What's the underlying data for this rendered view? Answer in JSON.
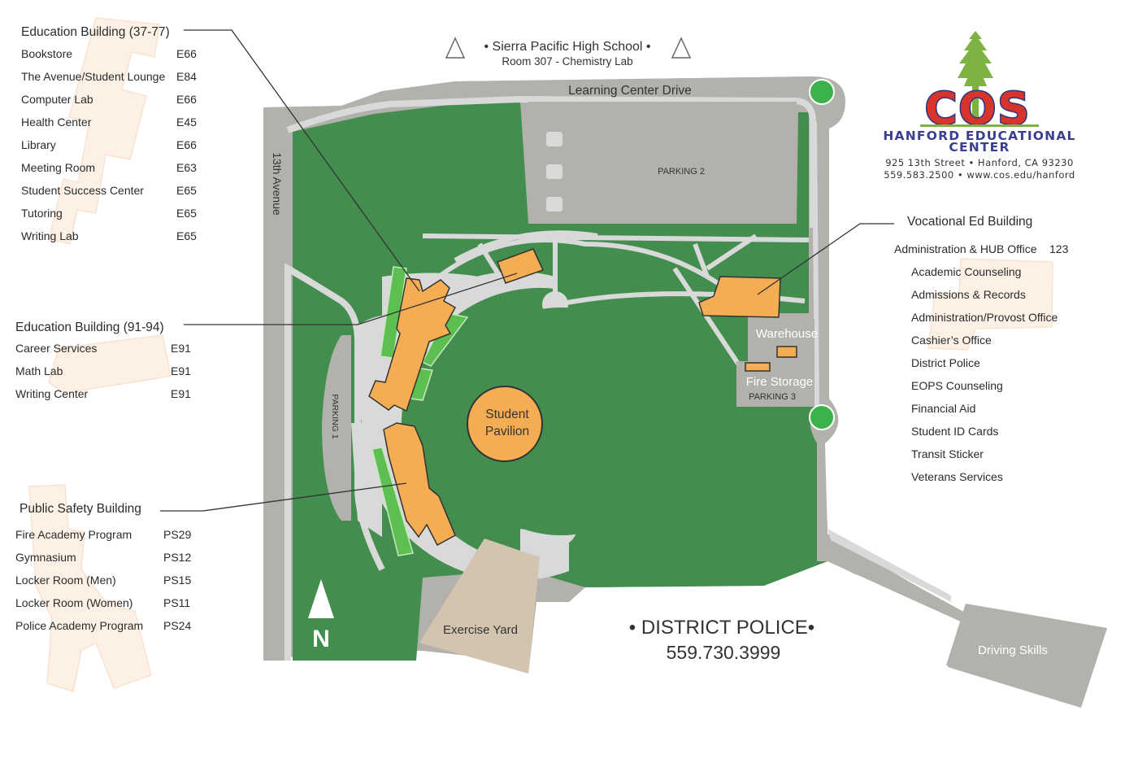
{
  "header": {
    "school": "• Sierra Pacific High School •",
    "room": "Room 307 - Chemistry Lab"
  },
  "map_labels": {
    "learning_center_drive": "Learning Center Drive",
    "thirteenth_avenue": "13th Avenue",
    "parking1": "PARKING 1",
    "parking2": "PARKING 2",
    "parking3": "PARKING 3",
    "warehouse": "Warehouse",
    "fire_storage": "Fire Storage",
    "student_pavilion_line1": "Student",
    "student_pavilion_line2": "Pavilion",
    "exercise_yard": "Exercise Yard",
    "driving_skills": "Driving Skills",
    "north": "N"
  },
  "district_police": {
    "title": "• DISTRICT POLICE•",
    "phone": "559.730.3999"
  },
  "logo": {
    "letters": "COS",
    "name_line1": "HANFORD EDUCATIONAL",
    "name_line2": "CENTER",
    "address": "925 13th Street • Hanford, CA 93230",
    "contact": "559.583.2500 • www.cos.edu/hanford",
    "colors": {
      "red": "#d9342b",
      "navy": "#2f3580",
      "green": "#7cb342"
    }
  },
  "legends": {
    "education_37_77": {
      "title": "Education Building (37-77)",
      "items": [
        {
          "name": "Bookstore",
          "code": "E66"
        },
        {
          "name": "The Avenue/Student Lounge",
          "code": "E84"
        },
        {
          "name": "Computer Lab",
          "code": "E66"
        },
        {
          "name": "Health Center",
          "code": "E45"
        },
        {
          "name": "Library",
          "code": "E66"
        },
        {
          "name": "Meeting Room",
          "code": "E63"
        },
        {
          "name": "Student Success Center",
          "code": "E65"
        },
        {
          "name": "Tutoring",
          "code": "E65"
        },
        {
          "name": "Writing Lab",
          "code": "E65"
        }
      ]
    },
    "education_91_94": {
      "title": "Education Building (91-94)",
      "items": [
        {
          "name": "Career Services",
          "code": "E91"
        },
        {
          "name": "Math Lab",
          "code": "E91"
        },
        {
          "name": "Writing Center",
          "code": "E91"
        }
      ]
    },
    "public_safety": {
      "title": "Public Safety Building",
      "items": [
        {
          "name": "Fire Academy Program",
          "code": "PS29"
        },
        {
          "name": "Gymnasium",
          "code": "PS12"
        },
        {
          "name": "Locker Room (Men)",
          "code": "PS15"
        },
        {
          "name": "Locker Room (Women)",
          "code": "PS11"
        },
        {
          "name": "Police Academy Program",
          "code": "PS24"
        }
      ]
    },
    "vocational_ed": {
      "title": "Vocational Ed Building",
      "items": [
        {
          "name": "Administration & HUB Office",
          "code": "123"
        },
        {
          "name": "Academic Counseling",
          "code": ""
        },
        {
          "name": "Admissions & Records",
          "code": ""
        },
        {
          "name": "Administration/Provost Office",
          "code": ""
        },
        {
          "name": "Cashier’s Office",
          "code": ""
        },
        {
          "name": "District Police",
          "code": ""
        },
        {
          "name": "EOPS Counseling",
          "code": ""
        },
        {
          "name": "Financial Aid",
          "code": ""
        },
        {
          "name": "Student ID Cards",
          "code": ""
        },
        {
          "name": "Transit Sticker",
          "code": ""
        },
        {
          "name": "Veterans Services",
          "code": ""
        }
      ]
    }
  },
  "colors": {
    "grass": "#438e4e",
    "road": "#b3b1ac",
    "path": "#d9d9d9",
    "building": "#f4ad53",
    "exercise_yard": "#d3c4b0",
    "bright_green": "#3cb34a",
    "strip_green": "#5cbf4f"
  }
}
